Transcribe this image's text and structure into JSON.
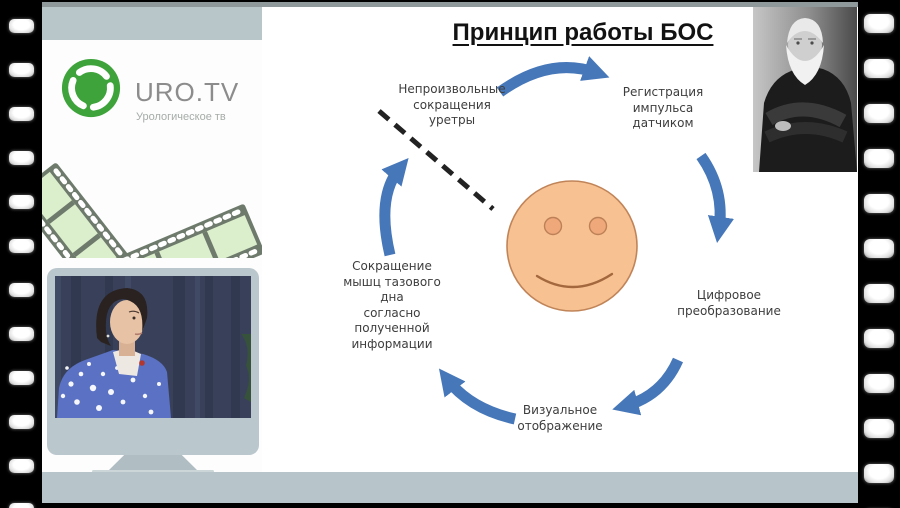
{
  "branding": {
    "logo_text": "URO.TV",
    "subtitle": "Урологическое тв"
  },
  "slide": {
    "title": "Принцип работы БОС",
    "cycle_steps": [
      {
        "label": "Непроизвольные\nсокращения\nуретры"
      },
      {
        "label": "Регистрация\nимпульса\nдатчиком"
      },
      {
        "label": "Цифровое\nпреобразование"
      },
      {
        "label": "Визуальное\nотображение"
      },
      {
        "label": "Сокращение\nмышц тазового\nдна\nсогласно\nполученной\nинформации"
      }
    ]
  },
  "colors": {
    "arrow_blue": "#4677B9",
    "face_fill": "#F8C191",
    "logo_green": "#3FA33C",
    "monitor_frame": "#BAC7CD",
    "bottom_band": "#B7C4C9"
  }
}
